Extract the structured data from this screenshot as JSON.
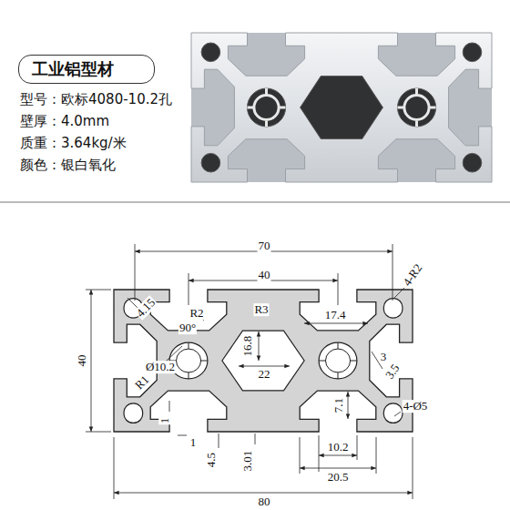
{
  "diagram": {
    "nodes": [
      {
        "text": [
          "工业铝型材"
        ]
      }
    ],
    "labels": [
      "型号：欧标4080-10.2孔",
      "壁厚：4.0mm",
      "质重：3.64kg/米",
      "颜色：银白氧化",
      "70",
      "40",
      "R3",
      "4-R2",
      "4.15",
      "R2",
      "90°",
      "Ø10.2",
      "R1",
      "17.4",
      "16.8",
      "22",
      "3",
      "3.5",
      "7.1",
      "1",
      "1",
      "4.5",
      "3.01",
      "10.2",
      "20.5",
      "80",
      "40",
      "4-Ø5"
    ]
  }
}
